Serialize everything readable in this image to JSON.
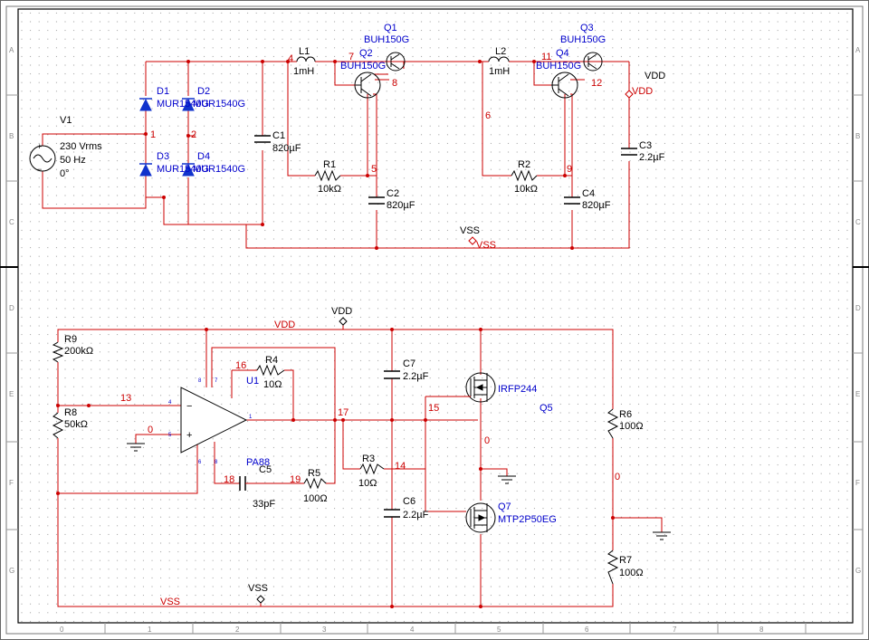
{
  "colors": {
    "wire": "#cc0000",
    "net": "#cc0000",
    "refdes": "#0000cc",
    "value": "#000000",
    "component": "#000000",
    "diode": "#1133cc",
    "grid_dot": "#9a9a9a",
    "border": "#000000",
    "ruler": "#cfcfcf"
  },
  "border": {
    "rows": [
      "A",
      "B",
      "C",
      "D",
      "E",
      "F",
      "G"
    ],
    "columns": [
      "0",
      "1",
      "2",
      "3",
      "4",
      "5",
      "6",
      "7",
      "8"
    ]
  },
  "power_supply": {
    "source": {
      "ref": "V1",
      "v1": "230 Vrms",
      "v2": "50 Hz",
      "v3": "0°"
    },
    "diodes": [
      {
        "ref": "D1",
        "value": "MUR1540G"
      },
      {
        "ref": "D2",
        "value": "MUR1540G"
      },
      {
        "ref": "D3",
        "value": "MUR1540G"
      },
      {
        "ref": "D4",
        "value": "MUR1540G"
      }
    ],
    "c1": {
      "ref": "C1",
      "value": "820µF"
    },
    "l1": {
      "ref": "L1",
      "value": "1mH"
    },
    "l2": {
      "ref": "L2",
      "value": "1mH"
    },
    "q1": {
      "ref": "Q1",
      "value": "BUH150G"
    },
    "q2": {
      "ref": "Q2",
      "value": "BUH150G"
    },
    "q3": {
      "ref": "Q3",
      "value": "BUH150G"
    },
    "q4": {
      "ref": "Q4",
      "value": "BUH150G"
    },
    "r1": {
      "ref": "R1",
      "value": "10kΩ"
    },
    "r2": {
      "ref": "R2",
      "value": "10kΩ"
    },
    "c2": {
      "ref": "C2",
      "value": "820µF"
    },
    "c4": {
      "ref": "C4",
      "value": "820µF"
    },
    "c3": {
      "ref": "C3",
      "value": "2.2µF"
    },
    "vdd_port": "VDD",
    "vdd_net": "VDD",
    "vss_port": "VSS",
    "vss_net": "VSS",
    "nodes": [
      "1",
      "2",
      "4",
      "7",
      "8",
      "5",
      "6",
      "11",
      "12",
      "9"
    ]
  },
  "amplifier": {
    "vdd_port": "VDD",
    "vdd_net": "VDD",
    "vss_port": "VSS",
    "vss_net": "VSS",
    "r9": {
      "ref": "R9",
      "value": "200kΩ"
    },
    "r8": {
      "ref": "R8",
      "value": "50kΩ"
    },
    "r4": {
      "ref": "R4",
      "value": "10Ω"
    },
    "u1": {
      "ref": "U1",
      "value": "PA88",
      "pins": [
        "8",
        "7",
        "4",
        "5",
        "1",
        "6",
        "8"
      ]
    },
    "c5": {
      "ref": "C5",
      "value": "33pF"
    },
    "r5": {
      "ref": "R5",
      "value": "100Ω"
    },
    "c7": {
      "ref": "C7",
      "value": "2.2µF"
    },
    "c6": {
      "ref": "C6",
      "value": "2.2µF"
    },
    "r3": {
      "ref": "R3",
      "value": "10Ω"
    },
    "q5": {
      "ref": "Q5",
      "value": "IRFP244"
    },
    "q7": {
      "ref": "Q7",
      "value": "MTP2P50EG"
    },
    "r6": {
      "ref": "R6",
      "value": "100Ω"
    },
    "r7": {
      "ref": "R7",
      "value": "100Ω"
    },
    "nodes": [
      "16",
      "13",
      "0",
      "17",
      "15",
      "0",
      "0",
      "18",
      "19",
      "14"
    ]
  }
}
